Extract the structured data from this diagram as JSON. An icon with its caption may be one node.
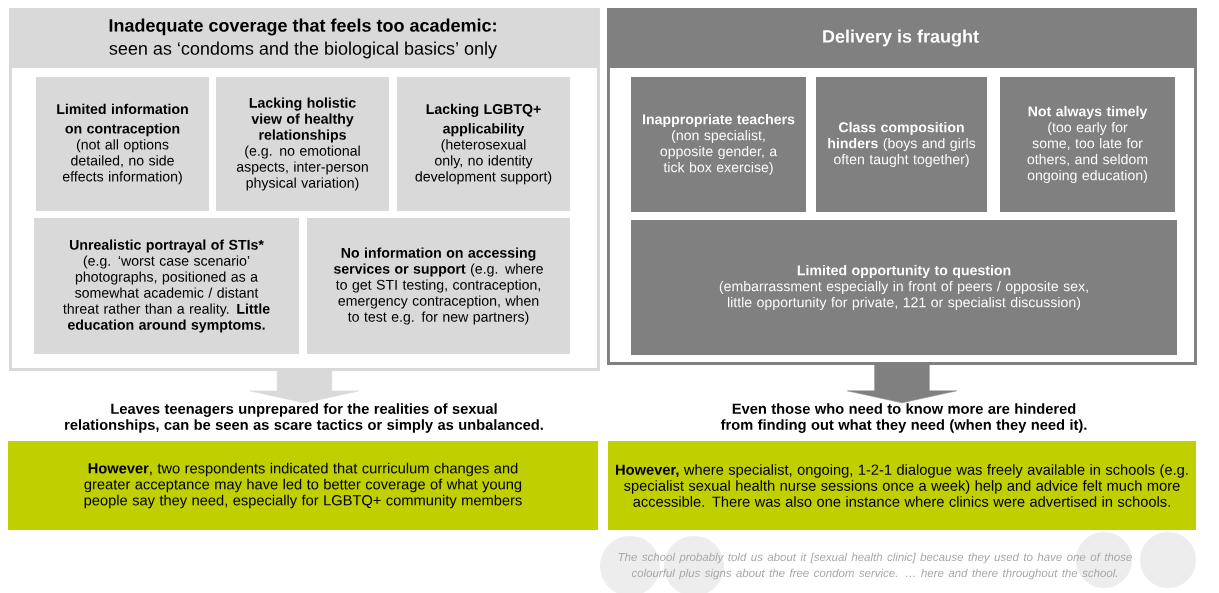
{
  "diagram": {
    "nodes": [
      {
        "text": [
          "Inadequate coverage that feels too academic:",
          "seen as ‘condoms and the biological basics’ only"
        ]
      },
      {
        "text": [
          "Limited information on contraception",
          "(not all options detailed, no side effects information)"
        ],
        "in": 0
      },
      {
        "text": [
          "**Lacking holistic view of healthy relationships** (e.g. no emotional aspects, inter-person physical variation)"
        ],
        "in": 0
      },
      {
        "text": [
          "Lacking LGBTQ+ applicability",
          "(heterosexual only, no identity development support)"
        ],
        "in": 0
      },
      {
        "text": [
          "Unrealistic portrayal of STIs*",
          "(e.g. ‘worst case scenario’ photographs, positioned as a somewhat academic / distant threat rather than a reality. **Little education around symptoms.**"
        ],
        "in": 0
      },
      {
        "text": [
          "**No information on accessing services or support** (e.g. where to get STI testing, contraception, emergency contraception, when to test e.g. for new partners)"
        ],
        "in": 0
      },
      {
        "text": [
          "Delivery is fraught"
        ]
      },
      {
        "text": [
          "**Inappropriate teachers** (non specialist, opposite gender, a tick box exercise)"
        ],
        "in": 6
      },
      {
        "text": [
          "**Class composition hinders** (boys and girls often taught together)"
        ],
        "in": 6
      },
      {
        "text": [
          "Not always timely",
          "(too early for some, too late for others, and seldom ongoing education)"
        ],
        "in": 6
      },
      {
        "text": [
          "Limited opportunity to question",
          "(embarrassment especially in front of peers / opposite sex, little opportunity for private, 121 or specialist discussion)"
        ],
        "in": 6
      },
      {
        "text": [
          "Leaves teenagers unprepared for the realities of sexual relationships, can be seen as scare tactics or simply as unbalanced."
        ]
      },
      {
        "text": [
          "Even those who need to know more are hindered from finding out what they need (when they need it)."
        ]
      },
      {
        "text": [
          "**However**, two respondents indicated that curriculum changes and greater acceptance may have led to better coverage of what young people say they need, especially for LGBTQ+ community members"
        ]
      },
      {
        "text": [
          "**However,** where specialist, ongoing, 1-2-1 dialogue was freely available in schools (e.g. specialist sexual health nurse sessions once a week) help and advice felt much more accessible. There was also one instance where clinics were advertised in schools."
        ]
      }
    ],
    "edges": [
      {
        "from": 0,
        "to": 11,
        "arrow": "to",
        "style": "thick",
        "color": "#d9d9d9"
      },
      {
        "from": 6,
        "to": 12,
        "arrow": "to",
        "style": "thick",
        "color": "#808080"
      }
    ],
    "labels": [
      "The school probably told us about it [sexual health clinic] because they used to have one of those colourful plus signs about the free condom service. … here and there throughout the school."
    ]
  }
}
